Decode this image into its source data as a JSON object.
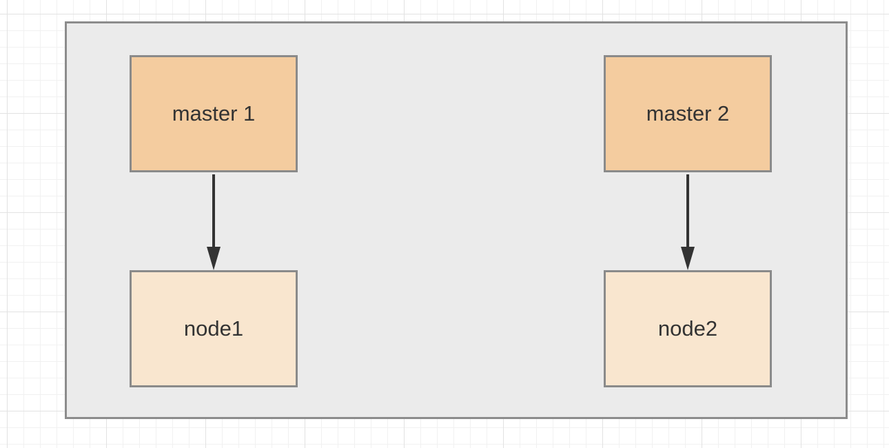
{
  "diagram": {
    "nodes": [
      {
        "id": "master1",
        "label": "master 1",
        "kind": "master"
      },
      {
        "id": "master2",
        "label": "master 2",
        "kind": "master"
      },
      {
        "id": "node1",
        "label": "node1",
        "kind": "worker"
      },
      {
        "id": "node2",
        "label": "node2",
        "kind": "worker"
      }
    ],
    "edges": [
      {
        "from": "master1",
        "to": "node1"
      },
      {
        "from": "master2",
        "to": "node2"
      }
    ],
    "colors": {
      "master_fill": "#f4cc9f",
      "worker_fill": "#f9e6cf",
      "container_fill": "#ebebeb",
      "border": "#8a8a8a",
      "arrow": "#333333"
    }
  }
}
